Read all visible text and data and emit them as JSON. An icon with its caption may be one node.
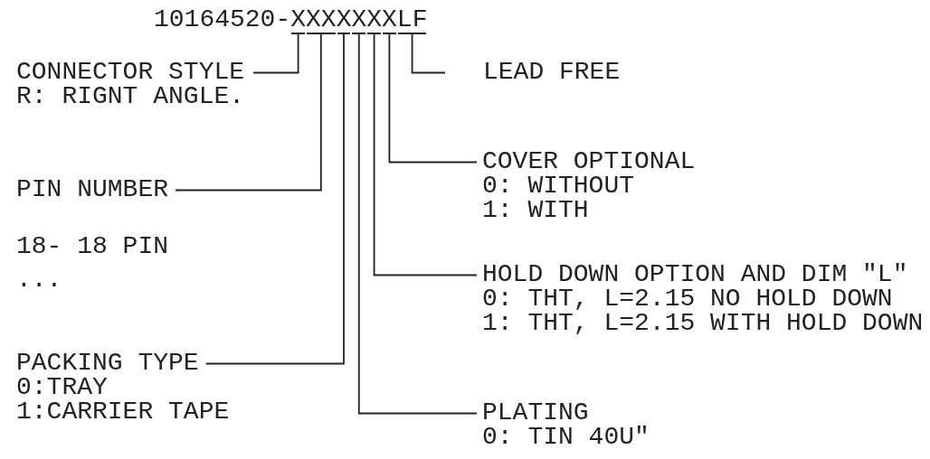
{
  "diagram": {
    "nodes": [
      {
        "text": [
          "10164520-XXXXXXXLF"
        ]
      },
      {
        "text": [],
        "shape": "bar"
      },
      {
        "text": [],
        "shape": "bar"
      },
      {
        "text": [],
        "shape": "bar"
      },
      {
        "text": [],
        "shape": "bar"
      },
      {
        "text": [],
        "shape": "bar"
      },
      {
        "text": [],
        "shape": "bar"
      },
      {
        "text": [],
        "shape": "bar"
      },
      {
        "text": [
          "CONNECTOR STYLE",
          "R: RIGNT ANGLE."
        ]
      },
      {
        "text": [
          "LEAD FREE"
        ]
      },
      {
        "text": [
          "COVER OPTIONAL",
          "0: WITHOUT",
          "1: WITH"
        ]
      },
      {
        "text": [
          "PIN NUMBER",
          "18- 18 PIN",
          "..."
        ]
      },
      {
        "text": [
          "HOLD DOWN OPTION AND DIM \"L\"",
          "0: THT, L=2.15 NO HOLD DOWN",
          "1: THT, L=2.15 WITH HOLD DOWN"
        ]
      },
      {
        "text": [
          "PACKING TYPE",
          "0:TRAY",
          "1:CARRIER TAPE"
        ]
      },
      {
        "text": [
          "PLATING",
          "0: TIN 40U\""
        ]
      }
    ],
    "edges": [
      {
        "from": 8,
        "to": 1,
        "arrow": "none"
      },
      {
        "from": 9,
        "to": 7,
        "arrow": "none"
      },
      {
        "from": 10,
        "to": 6,
        "arrow": "none"
      },
      {
        "from": 11,
        "to": 2,
        "arrow": "none"
      },
      {
        "from": 12,
        "to": 5,
        "arrow": "none"
      },
      {
        "from": 13,
        "to": 3,
        "arrow": "none"
      },
      {
        "from": 14,
        "to": 4,
        "arrow": "none"
      }
    ]
  }
}
